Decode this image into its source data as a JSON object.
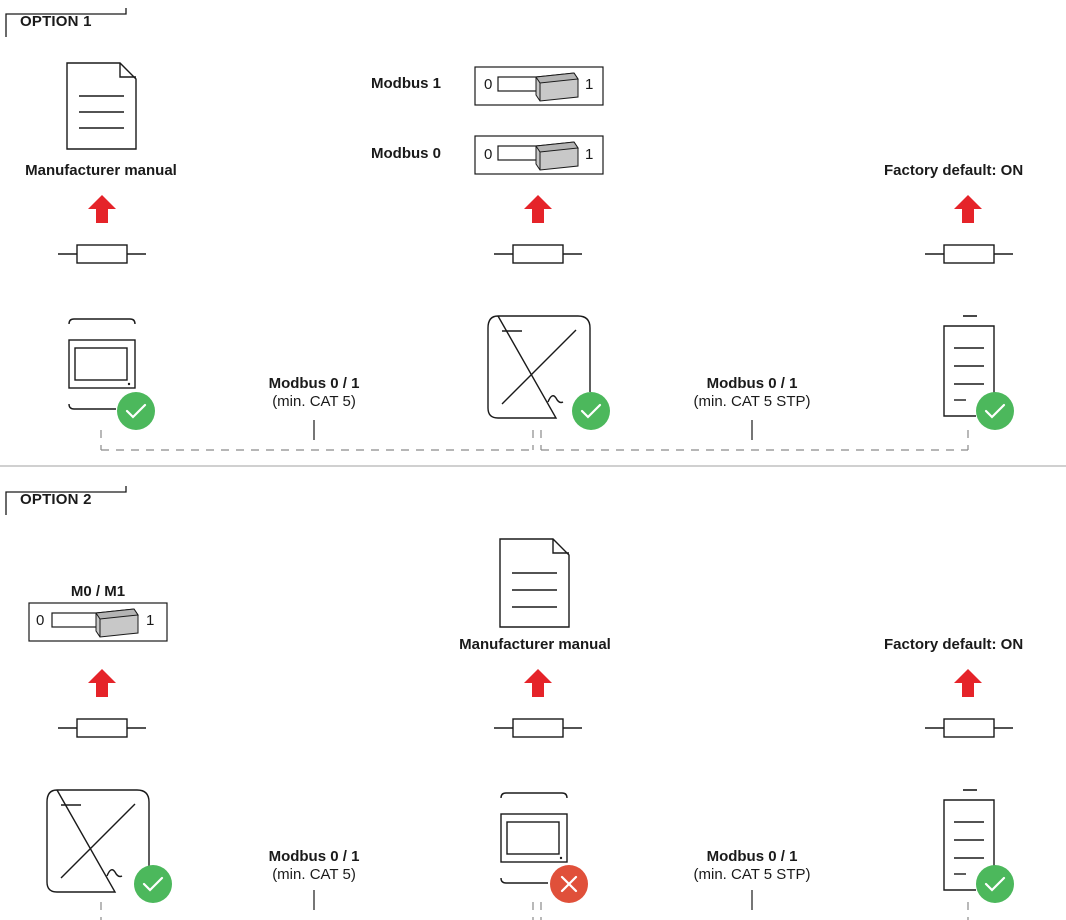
{
  "option1": {
    "label": "OPTION 1",
    "left_label": "Manufacturer manual",
    "switch1_label": "Modbus 1",
    "switch0_label": "Modbus 0",
    "switch_zero": "0",
    "switch_one": "1",
    "right_label": "Factory default: ON",
    "link_left_title": "Modbus 0 / 1",
    "link_left_sub": "(min. CAT 5)",
    "link_right_title": "Modbus 0 / 1",
    "link_right_sub": "(min. CAT 5 STP)",
    "devices": [
      {
        "type": "meter",
        "status": "ok"
      },
      {
        "type": "inverter",
        "status": "ok"
      },
      {
        "type": "battery",
        "status": "ok"
      }
    ]
  },
  "option2": {
    "label": "OPTION 2",
    "switch_label": "M0 / M1",
    "switch_zero": "0",
    "switch_one": "1",
    "center_label": "Manufacturer manual",
    "right_label": "Factory default: ON",
    "link_left_title": "Modbus 0 / 1",
    "link_left_sub": "(min. CAT 5)",
    "link_right_title": "Modbus 0 / 1",
    "link_right_sub": "(min. CAT 5 STP)",
    "devices": [
      {
        "type": "inverter",
        "status": "ok"
      },
      {
        "type": "meter",
        "status": "error"
      },
      {
        "type": "battery",
        "status": "ok"
      }
    ]
  },
  "colors": {
    "ok": "#4cb85c",
    "error": "#e0503a",
    "arrow": "#e52329",
    "switch_knob": "#c8c8c8",
    "divider": "#d0d0d0"
  }
}
